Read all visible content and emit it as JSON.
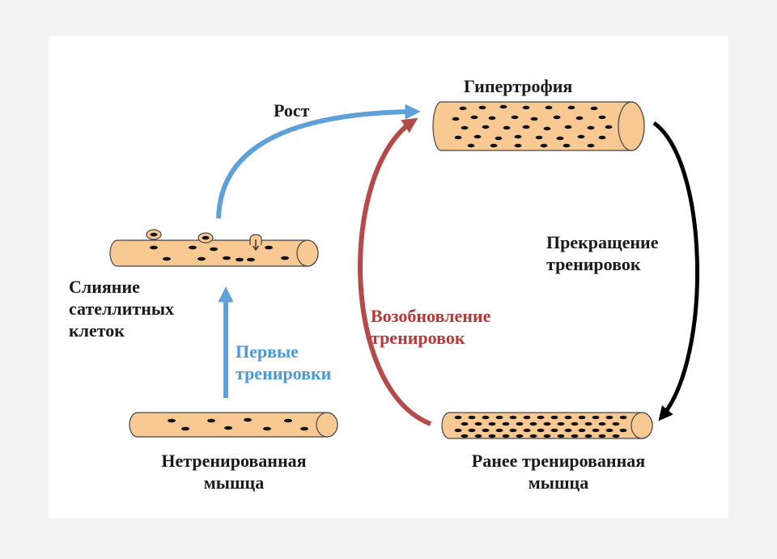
{
  "labels": {
    "hypertrophy": "Гипертрофия",
    "growth": "Рост",
    "satellite_line1": "Слияние",
    "satellite_line2": "сателлитных",
    "satellite_line3": "клеток",
    "first_training_line1": "Первые",
    "first_training_line2": "тренировки",
    "untrained_line1": "Нетренированная",
    "untrained_line2": "мышца",
    "stop_training_line1": "Прекращение",
    "stop_training_line2": "тренировок",
    "resume_training_line1": "Возобновление",
    "resume_training_line2": "тренировок",
    "pretrained_line1": "Ранее тренированная",
    "pretrained_line2": "мышца"
  },
  "colors": {
    "fiber_fill": "#f9c994",
    "fiber_stroke": "#444444",
    "nucleus": "#111111",
    "blue_arrow": "#5ea0d8",
    "blue_text": "#4a9ad6",
    "red_arrow": "#b54a4a",
    "red_text": "#b23a3a",
    "black_arrow": "#000000"
  },
  "icons": {
    "untrained_fiber": "muscle-fiber",
    "satellite_fiber": "muscle-fiber",
    "hypertrophy_fiber": "muscle-fiber",
    "pretrained_fiber": "muscle-fiber"
  }
}
